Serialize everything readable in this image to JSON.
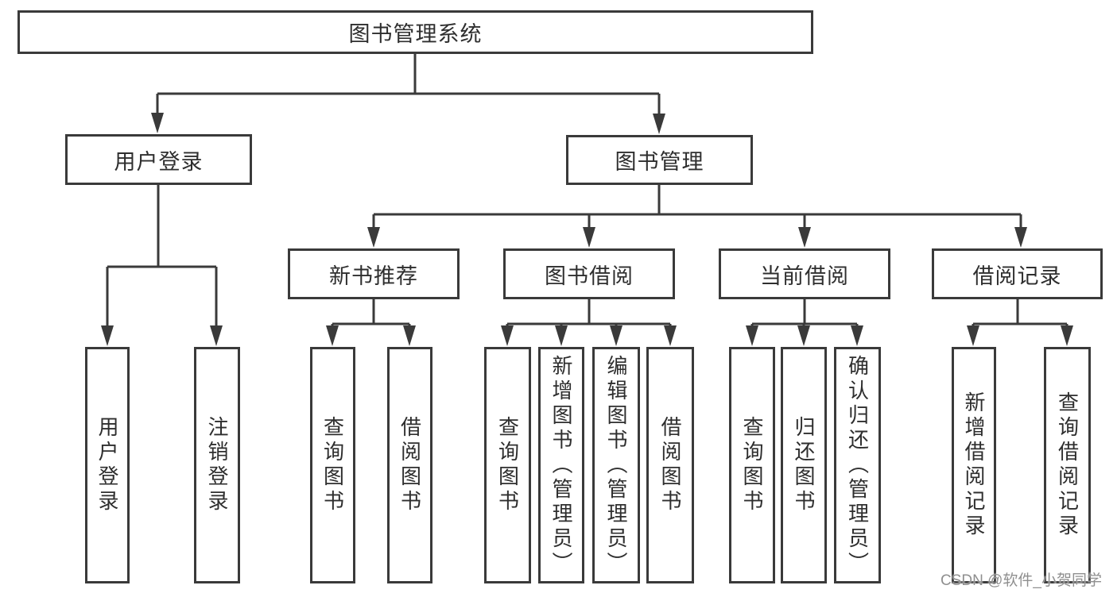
{
  "diagram": {
    "colors": {
      "line": "#3a3a3a",
      "box_border": "#3a3a3a",
      "box_fill": "#ffffff",
      "text": "#2e2e2e",
      "background": "#ffffff"
    },
    "root": {
      "label": "图书管理系统"
    },
    "level2": [
      {
        "label": "用户登录"
      },
      {
        "label": "图书管理"
      }
    ],
    "level3": [
      {
        "parent": "图书管理",
        "label": "新书推荐"
      },
      {
        "parent": "图书管理",
        "label": "图书借阅"
      },
      {
        "parent": "图书管理",
        "label": "当前借阅"
      },
      {
        "parent": "图书管理",
        "label": "借阅记录"
      }
    ],
    "leaves": [
      {
        "parent": "用户登录",
        "label": "用户登录"
      },
      {
        "parent": "用户登录",
        "label": "注销登录"
      },
      {
        "parent": "新书推荐",
        "label": "查询图书"
      },
      {
        "parent": "新书推荐",
        "label": "借阅图书"
      },
      {
        "parent": "图书借阅",
        "label": "查询图书"
      },
      {
        "parent": "图书借阅",
        "label": "新增图书（管理员）"
      },
      {
        "parent": "图书借阅",
        "label": "编辑图书（管理员）"
      },
      {
        "parent": "图书借阅",
        "label": "借阅图书"
      },
      {
        "parent": "当前借阅",
        "label": "查询图书"
      },
      {
        "parent": "当前借阅",
        "label": "归还图书"
      },
      {
        "parent": "当前借阅",
        "label": "确认归还（管理员）"
      },
      {
        "parent": "借阅记录",
        "label": "新增借阅记录"
      },
      {
        "parent": "借阅记录",
        "label": "查询借阅记录"
      }
    ]
  },
  "watermark": {
    "text": "CSDN @软件_小贺同学"
  }
}
